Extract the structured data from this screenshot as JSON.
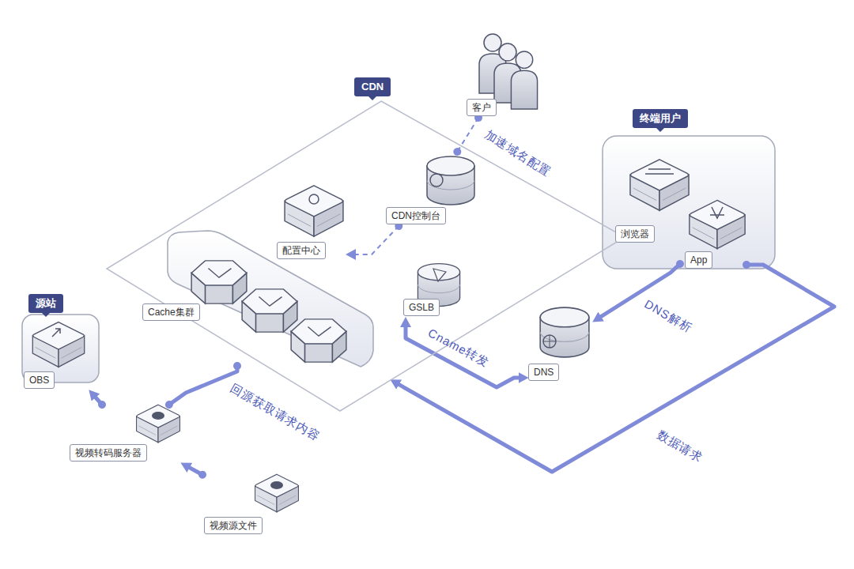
{
  "diagram": {
    "nodes": [
      {
        "text": [
          "客户"
        ]
      },
      {
        "text": [
          "CDN"
        ]
      },
      {
        "text": [
          "CDN控制台"
        ],
        "in": 1
      },
      {
        "text": [
          "配置中心"
        ],
        "in": 1
      },
      {
        "text": [
          "Cache集群"
        ],
        "in": 1
      },
      {
        "text": [
          "GSLB"
        ],
        "in": 1
      },
      {
        "text": [
          "终端用户"
        ]
      },
      {
        "text": [
          "浏览器"
        ],
        "in": 6
      },
      {
        "text": [
          "App"
        ],
        "in": 6
      },
      {
        "text": [
          "DNS"
        ]
      },
      {
        "text": [
          "源站"
        ]
      },
      {
        "text": [
          "OBS"
        ],
        "in": 10
      },
      {
        "text": [
          "视频转码服务器"
        ]
      },
      {
        "text": [
          "视频源文件"
        ]
      }
    ],
    "edges": [
      {
        "from": 0,
        "to": 2,
        "label": "加速域名配置",
        "arrow": "none"
      },
      {
        "from": 2,
        "to": 3,
        "arrow": "to"
      },
      {
        "from": 8,
        "to": 9,
        "label": "DNS解析",
        "arrow": "to"
      },
      {
        "from": 9,
        "to": 5,
        "label": "Cname转发",
        "arrow": "both"
      },
      {
        "from": 8,
        "to": 1,
        "label": "数据请求",
        "arrow": "to"
      },
      {
        "from": 4,
        "to": 12,
        "label": "回源获取请求内容",
        "arrow": "none"
      },
      {
        "from": 12,
        "to": 11,
        "arrow": "to"
      },
      {
        "from": 13,
        "to": 12,
        "arrow": "to"
      }
    ]
  }
}
